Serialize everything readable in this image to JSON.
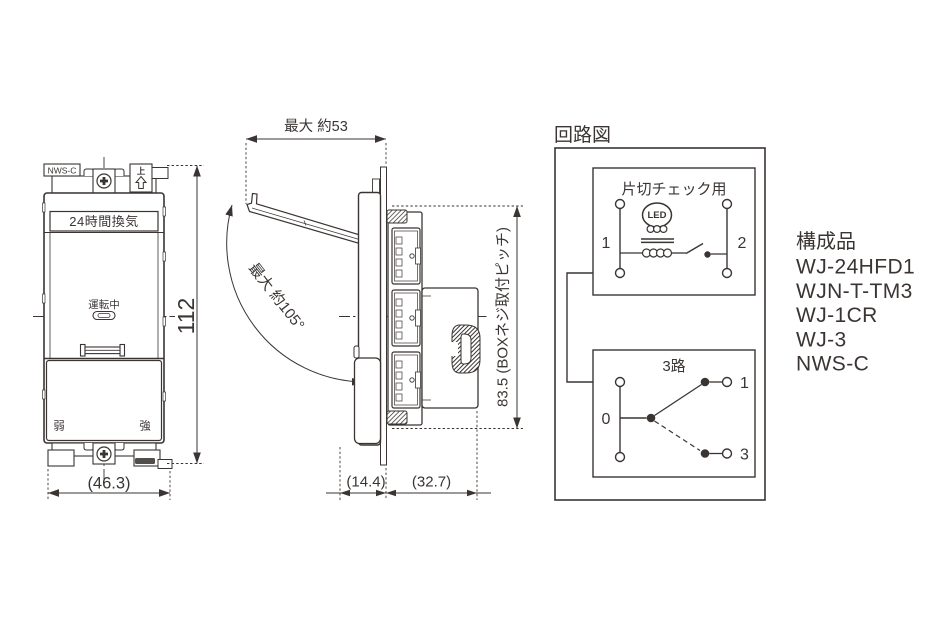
{
  "colors": {
    "line": "#3a3533",
    "background": "#ffffff"
  },
  "front_view": {
    "model_label": "NWS-C",
    "up_label": "上",
    "band_label": "24時間換気",
    "indicator_label": "運転中",
    "weak_label": "弱",
    "strong_label": "強",
    "height_dim": "112",
    "width_dim": "(46.3)"
  },
  "side_view": {
    "open_width_dim": "最大 約53",
    "open_angle_dim": "最大 約105°",
    "screw_pitch_dim": "83.5 (BOXネジ取付ピッチ)",
    "front_depth_dim": "(14.4)",
    "rear_depth_dim": "(32.7)"
  },
  "circuit": {
    "title": "回路図",
    "single_pole_box": {
      "label": "片切チェック用",
      "led_label": "LED",
      "terminal_1": "1",
      "terminal_2": "2"
    },
    "three_way_box": {
      "label": "3路",
      "terminal_0": "0",
      "terminal_1": "1",
      "terminal_3": "3"
    }
  },
  "components": {
    "title": "構成品",
    "items": [
      "WJ-24HFD1",
      "WJN-T-TM3",
      "WJ-1CR",
      "WJ-3",
      "NWS-C"
    ]
  }
}
